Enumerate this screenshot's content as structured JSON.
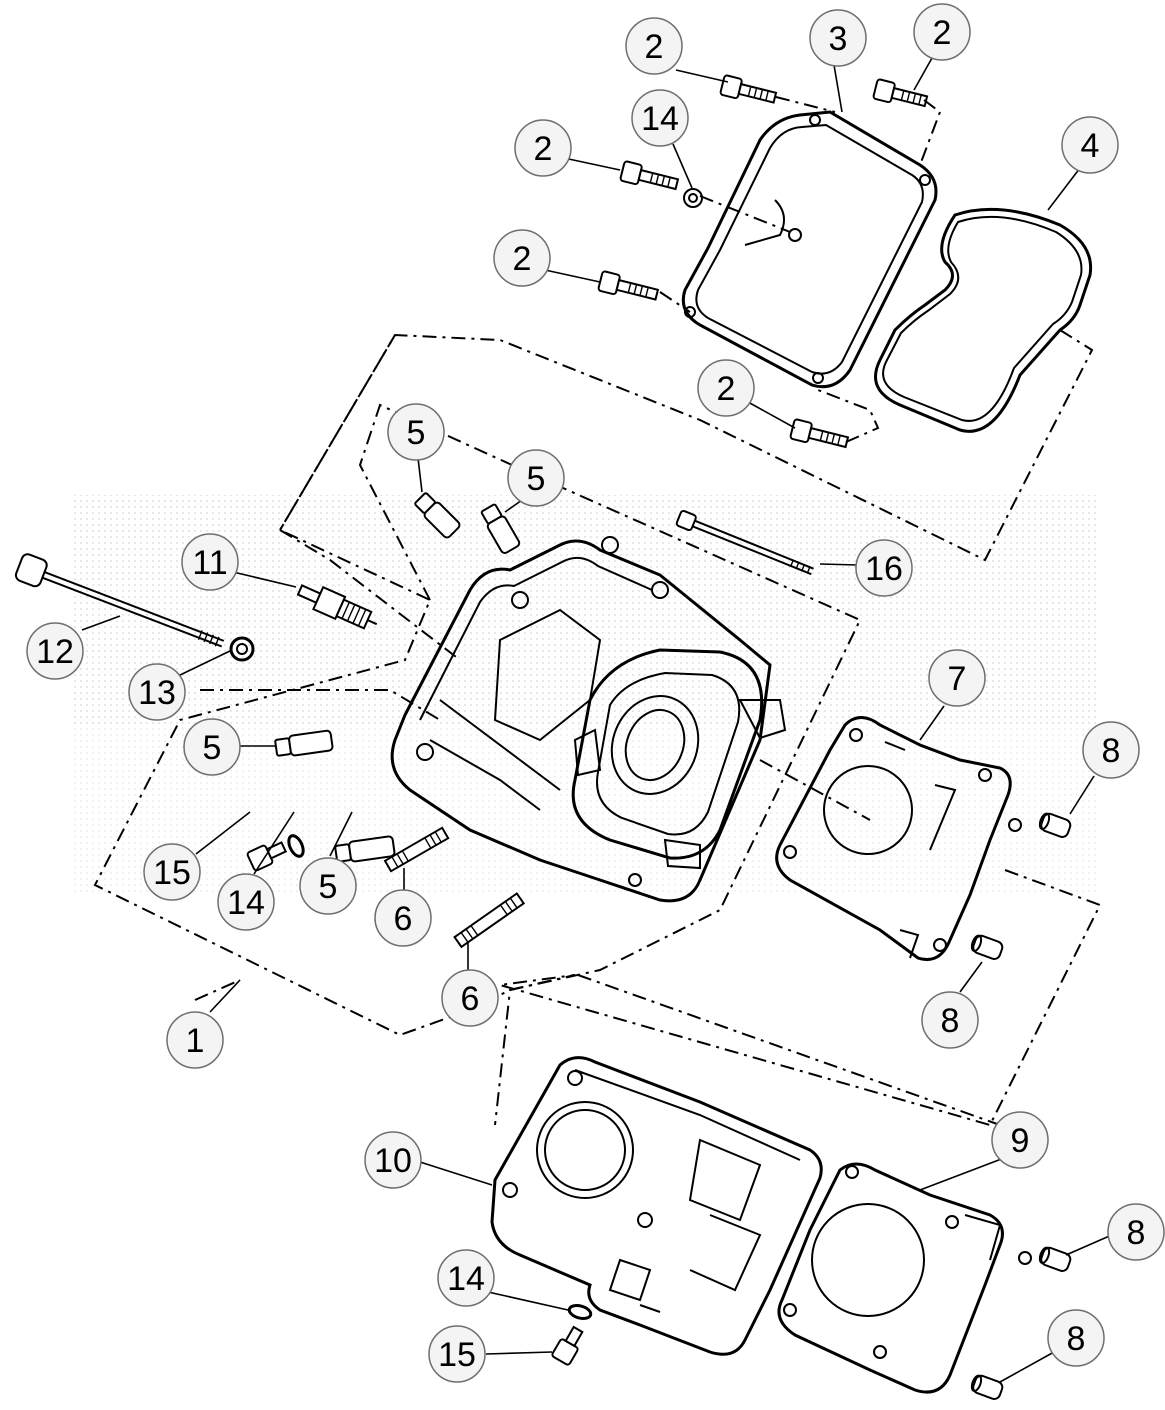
{
  "diagram": {
    "callouts": [
      {
        "id": "bolt-cover-a",
        "number": "2"
      },
      {
        "id": "cover",
        "number": "3"
      },
      {
        "id": "bolt-cover-b",
        "number": "2"
      },
      {
        "id": "washer-cover",
        "number": "14"
      },
      {
        "id": "bolt-cover-c",
        "number": "2"
      },
      {
        "id": "gasket-cover",
        "number": "4"
      },
      {
        "id": "bolt-cover-d",
        "number": "2"
      },
      {
        "id": "bolt-cover-e",
        "number": "2"
      },
      {
        "id": "guide-a",
        "number": "5"
      },
      {
        "id": "guide-b",
        "number": "5"
      },
      {
        "id": "spark-plug",
        "number": "11"
      },
      {
        "id": "stud-long",
        "number": "16"
      },
      {
        "id": "long-bolt",
        "number": "12"
      },
      {
        "id": "washer-head",
        "number": "13"
      },
      {
        "id": "guide-c",
        "number": "5"
      },
      {
        "id": "gasket-head",
        "number": "7"
      },
      {
        "id": "dowel-a",
        "number": "8"
      },
      {
        "id": "screw-head",
        "number": "15"
      },
      {
        "id": "washer-head-b",
        "number": "14"
      },
      {
        "id": "guide-d",
        "number": "5"
      },
      {
        "id": "stud-a",
        "number": "6"
      },
      {
        "id": "stud-b",
        "number": "6"
      },
      {
        "id": "dowel-b",
        "number": "8"
      },
      {
        "id": "cylinder-head",
        "number": "1"
      },
      {
        "id": "gasket-base",
        "number": "9"
      },
      {
        "id": "cylinder",
        "number": "10"
      },
      {
        "id": "dowel-c",
        "number": "8"
      },
      {
        "id": "washer-cyl",
        "number": "14"
      },
      {
        "id": "dowel-d",
        "number": "8"
      },
      {
        "id": "screw-cyl",
        "number": "15"
      }
    ]
  }
}
